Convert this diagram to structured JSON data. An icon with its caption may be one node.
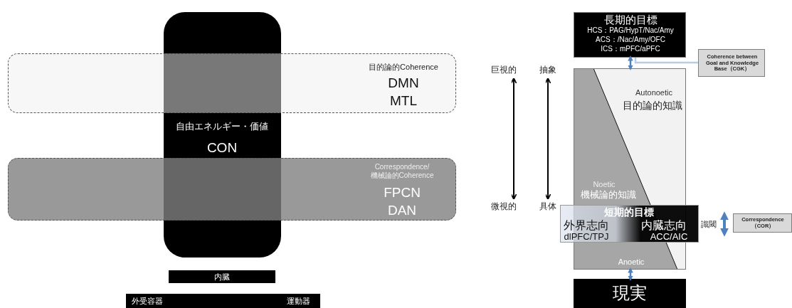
{
  "diagram": {
    "nodes": [
      {
        "text": [
          "自由エネルギー・価値",
          "CON"
        ]
      },
      {
        "text": [
          "目的論的Coherence",
          "DMN",
          "MTL"
        ]
      },
      {
        "text": [
          "Correspondence/ 機械論的Coherence",
          "FPCN",
          "DAN"
        ]
      },
      {
        "text": [
          "内臓"
        ]
      },
      {
        "text": [
          "外受容器",
          "運動器"
        ]
      },
      {
        "text": [
          "長期的目標",
          "HCS：PAG/HypT/Nac/Amy",
          "ACS：/Nac/Amy/OFC",
          "ICS：mPFC/aPFC"
        ]
      },
      {
        "text": [
          "Autonoetic",
          "目的論的知識",
          "Noetic",
          "機械論的知識",
          "Anoetic"
        ]
      },
      {
        "text": [
          "短期的目標",
          "外界志向",
          "dlPFC/TPJ",
          "内臓志向",
          "ACC/AIC"
        ]
      },
      {
        "text": [
          "現実"
        ]
      },
      {
        "text": [
          "Coherence between Goal and Knowledge Base（CGK）"
        ]
      },
      {
        "text": [
          "Correspondence（COR）"
        ]
      }
    ],
    "edges": [
      {
        "from": 5,
        "to": 6,
        "arrow": "both",
        "color": "#4f81bd"
      },
      {
        "from": 9,
        "to": 5,
        "arrow": "none",
        "color": "#b8cce4"
      },
      {
        "from": 6,
        "to": 8,
        "arrow": "both",
        "color": "#4f81bd"
      }
    ],
    "labels": [
      "巨視的",
      "抽象",
      "微視的",
      "具体",
      "識閾"
    ]
  }
}
